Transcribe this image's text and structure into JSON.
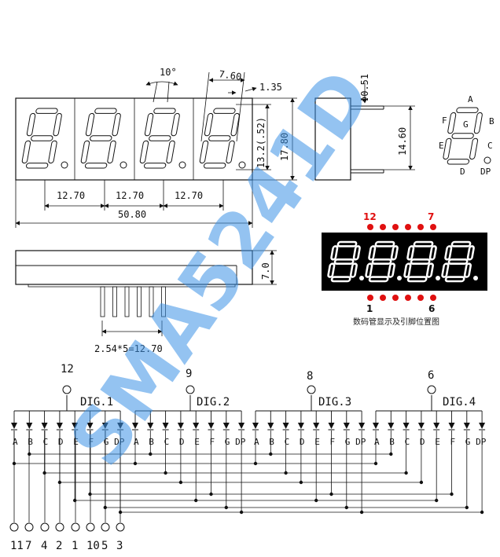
{
  "watermark": "SMA5241D",
  "front": {
    "dim_pitch": [
      "12.70",
      "12.70",
      "12.70"
    ],
    "dim_width": "50.80",
    "dim_angle": "10°",
    "dim_digit_w": "7.60",
    "dim_dp": "1.35",
    "dim_digit_h": "13.2(.52)",
    "dim_total_h": "17.80"
  },
  "side": {
    "dim_pin": "Φ0.51",
    "dim_h": "14.60"
  },
  "bottom": {
    "dim_thickness": "7.0",
    "dim_pins": "2.54*5=12.70"
  },
  "segment_map": {
    "A": "A",
    "B": "B",
    "C": "C",
    "D": "D",
    "E": "E",
    "F": "F",
    "G": "G",
    "DP": "DP"
  },
  "photo": {
    "top_left_pin": "12",
    "top_right_pin": "7",
    "bottom_left_pin": "1",
    "bottom_right_pin": "6",
    "caption": "数码管显示及引脚位置图",
    "accent": "#e01010"
  },
  "schematic": {
    "digits": [
      {
        "name": "DIG.1",
        "pin": "12"
      },
      {
        "name": "DIG.2",
        "pin": "9"
      },
      {
        "name": "DIG.3",
        "pin": "8"
      },
      {
        "name": "DIG.4",
        "pin": "6"
      }
    ],
    "segments": [
      "A",
      "B",
      "C",
      "D",
      "E",
      "F",
      "G",
      "DP"
    ],
    "bottom_pins": [
      "11",
      "7",
      "4",
      "2",
      "1",
      "10",
      "5",
      "3"
    ]
  }
}
